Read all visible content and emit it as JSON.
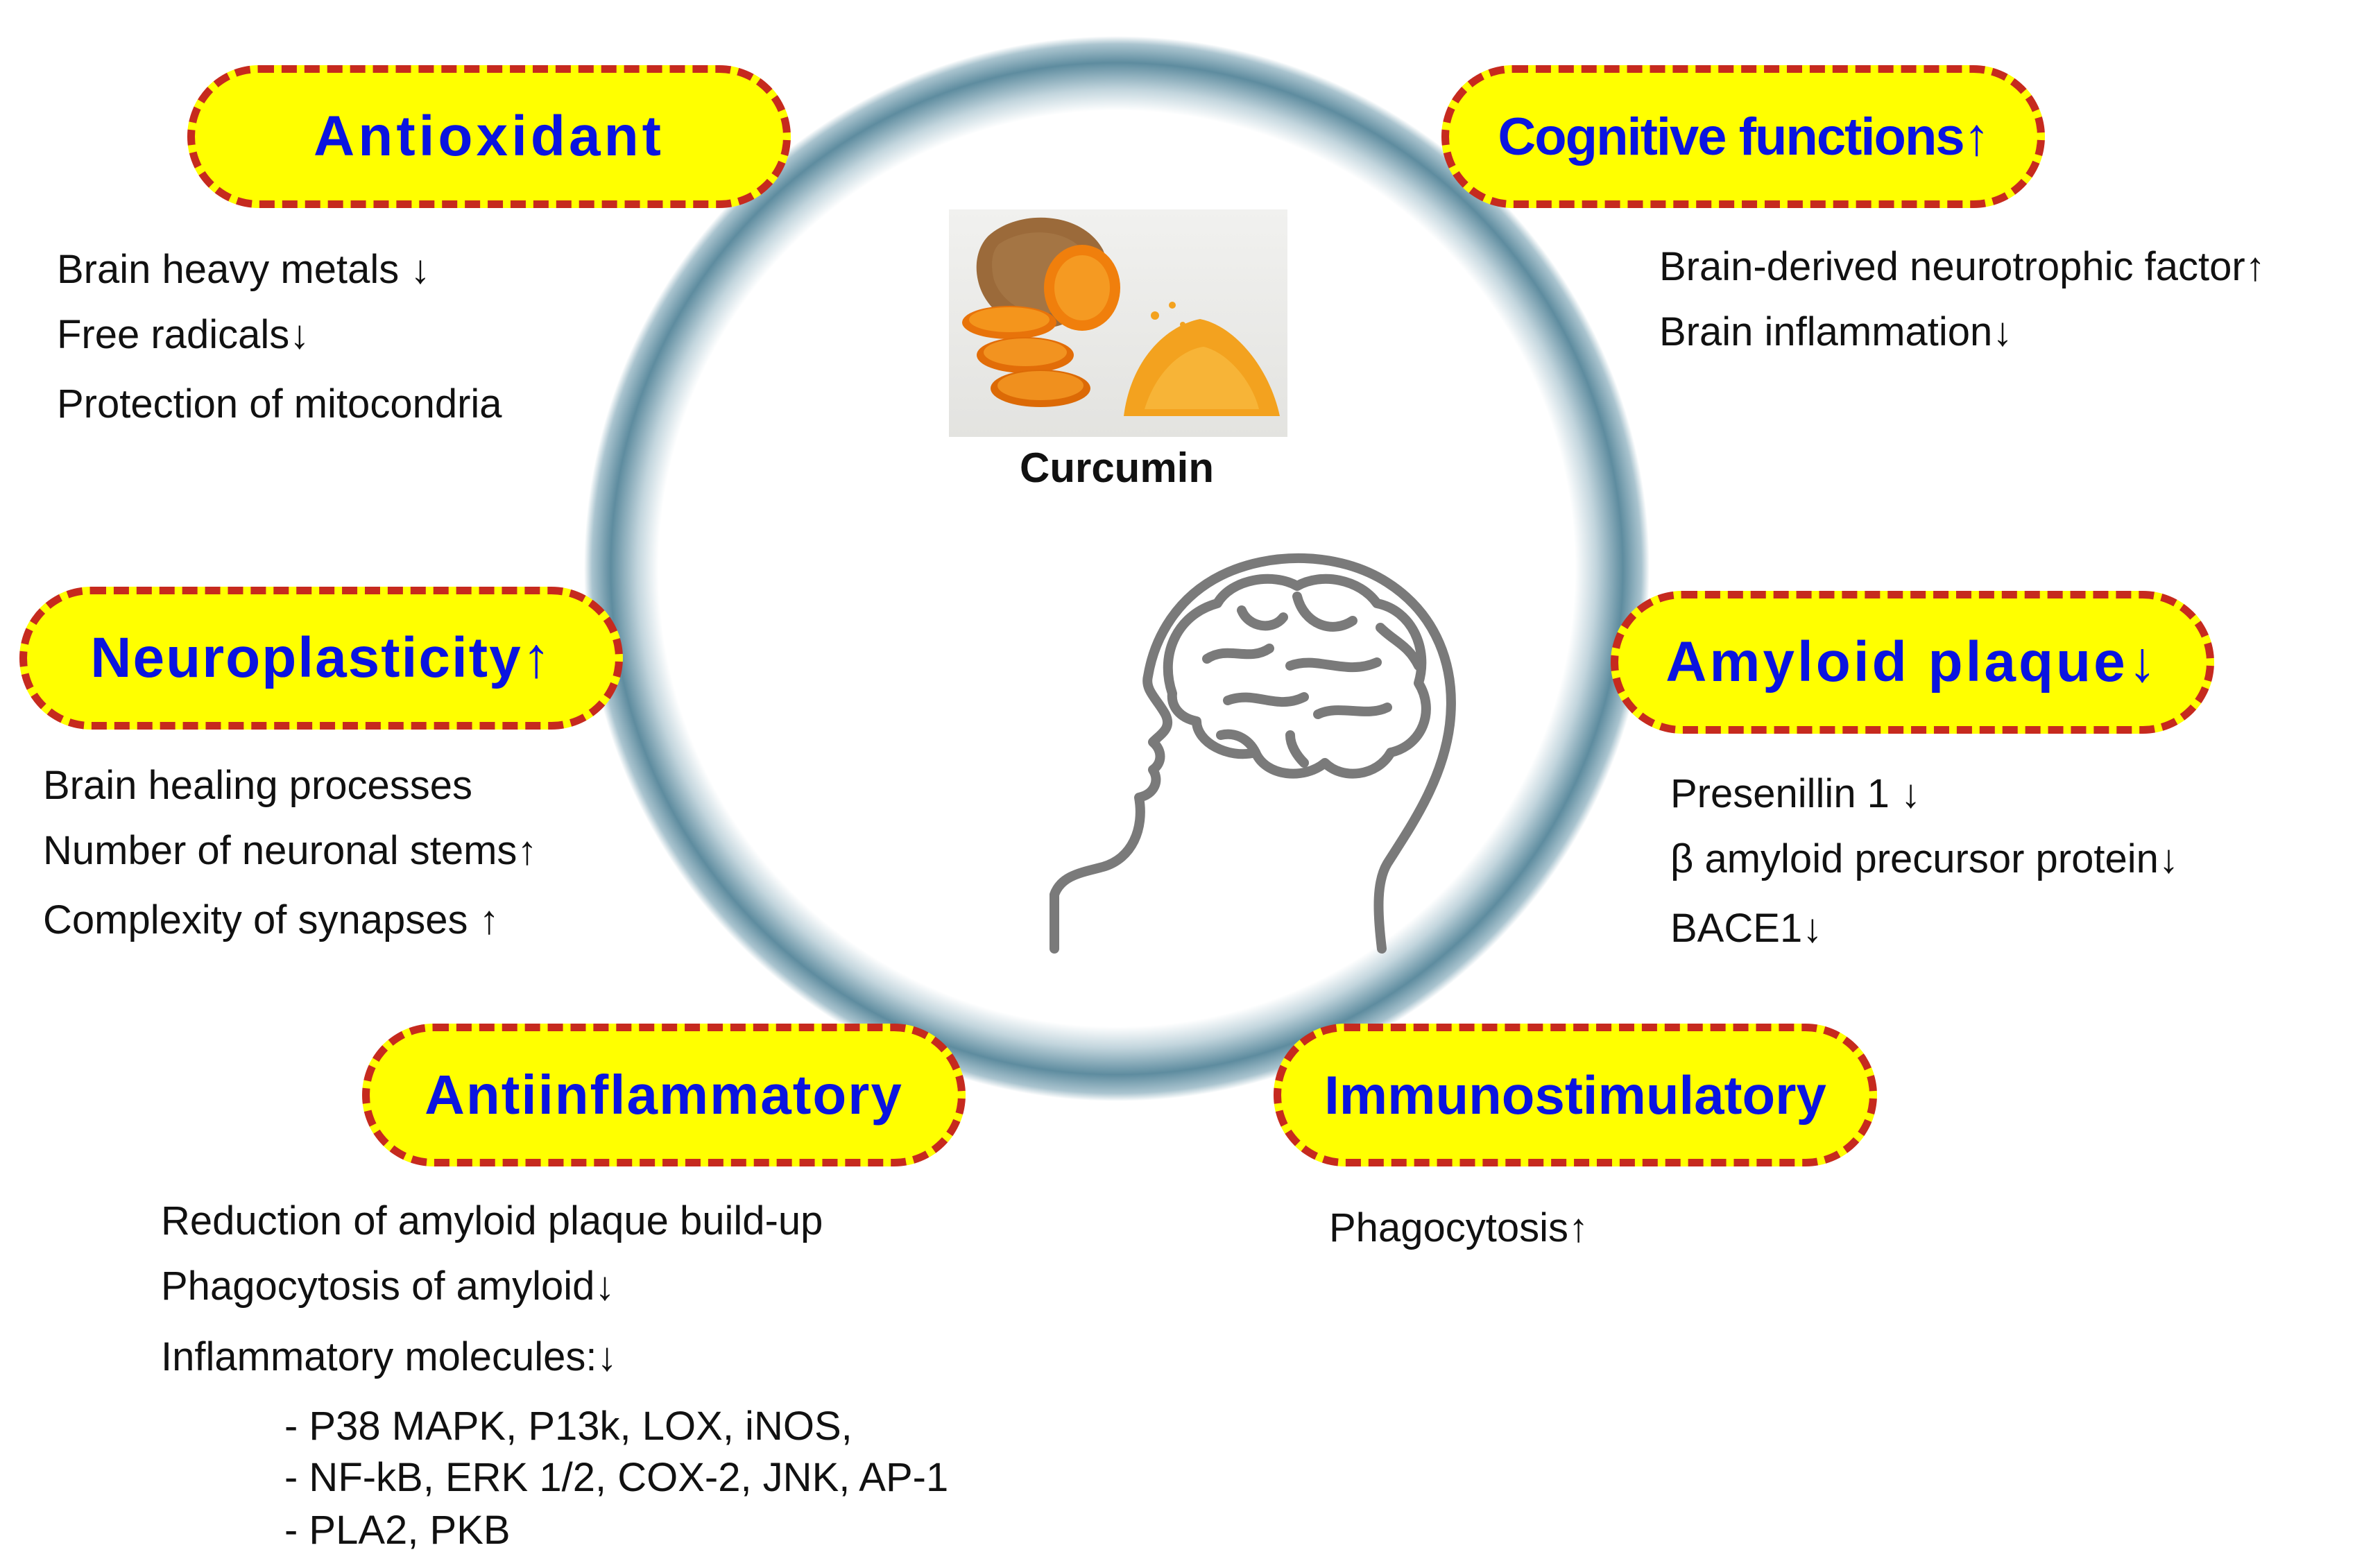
{
  "center": {
    "caption": "Curcumin"
  },
  "colors": {
    "pill_fill": "#ffff00",
    "pill_border": "#c62a1e",
    "pill_text": "#0a14e0",
    "ring": "#5e8c9f"
  },
  "icons": {
    "photo": "turmeric-photo",
    "head": "head-brain-icon"
  },
  "boxes": {
    "antioxidant": {
      "title": "Antioxidant",
      "items": [
        "Brain heavy metals ↓",
        "Free radicals↓",
        "Protection of mitocondria"
      ]
    },
    "cognitive": {
      "title": "Cognitive functions↑",
      "items": [
        "Brain-derived neurotrophic factor↑",
        "Brain inflammation↓"
      ]
    },
    "neuroplasticity": {
      "title": "Neuroplasticity↑",
      "items": [
        "Brain healing processes",
        "Number of neuronal stems↑",
        "Complexity of synapses ↑"
      ]
    },
    "amyloid": {
      "title": "Amyloid plaque↓",
      "items": [
        "Presenillin 1 ↓",
        "β amyloid precursor protein↓",
        "BACE1↓"
      ]
    },
    "antiinflammatory": {
      "title": "Antiinflammatory",
      "items": [
        "Reduction of amyloid plaque build-up",
        "Phagocytosis of amyloid↓",
        "Inflammatory molecules:↓"
      ],
      "subitems": [
        "- P38 MAPK, P13k, LOX, iNOS,",
        "- NF-kB, ERK 1/2, COX-2, JNK, AP-1",
        "- PLA2, PKB"
      ]
    },
    "immunostimulatory": {
      "title": "Immunostimulatory",
      "items": [
        "Phagocytosis↑"
      ]
    }
  }
}
